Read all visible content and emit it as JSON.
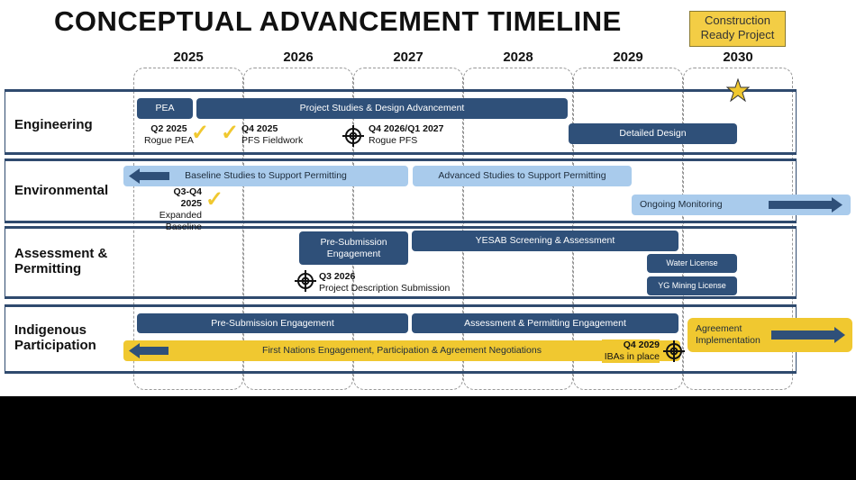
{
  "title": "CONCEPTUAL ADVANCEMENT TIMELINE",
  "construction_ready": "Construction Ready Project",
  "years": [
    "2025",
    "2026",
    "2027",
    "2028",
    "2029",
    "2030"
  ],
  "rows": {
    "engineering": "Engineering",
    "environmental": "Environmental",
    "assessment": "Assessment & Permitting",
    "indigenous": "Indigenous Participation"
  },
  "bars": {
    "pea": "PEA",
    "project_studies": "Project Studies & Design Advancement",
    "detailed_design": "Detailed Design",
    "baseline": "Baseline Studies to Support Permitting",
    "advanced": "Advanced Studies to Support Permitting",
    "ongoing": "Ongoing Monitoring",
    "presub": "Pre-Submission Engagement",
    "yesab": "YESAB Screening & Assessment",
    "water": "Water License",
    "mining": "YG Mining License",
    "ind_presub": "Pre-Submission Engagement",
    "ap_engagement": "Assessment & Permitting Engagement",
    "first_nations": "First Nations Engagement, Participation & Agreement Negotiations",
    "agreement": "Agreement Implementation"
  },
  "milestones": {
    "m1": {
      "date": "Q2 2025",
      "label": "Rogue PEA"
    },
    "m2": {
      "date": "Q4 2025",
      "label": "PFS Fieldwork"
    },
    "m3": {
      "date": "Q4 2026/Q1 2027",
      "label": "Rogue PFS"
    },
    "m4": {
      "date": "Q3-Q4 2025",
      "label": "Expanded Baseline"
    },
    "m5": {
      "date": "Q3 2026",
      "label": "Project Description Submission"
    },
    "m6": {
      "date": "Q4 2029",
      "label": "IBAs in place"
    }
  },
  "colors": {
    "dark": "#2f5079",
    "light": "#a9cbec",
    "yellow": "#f0c830"
  }
}
